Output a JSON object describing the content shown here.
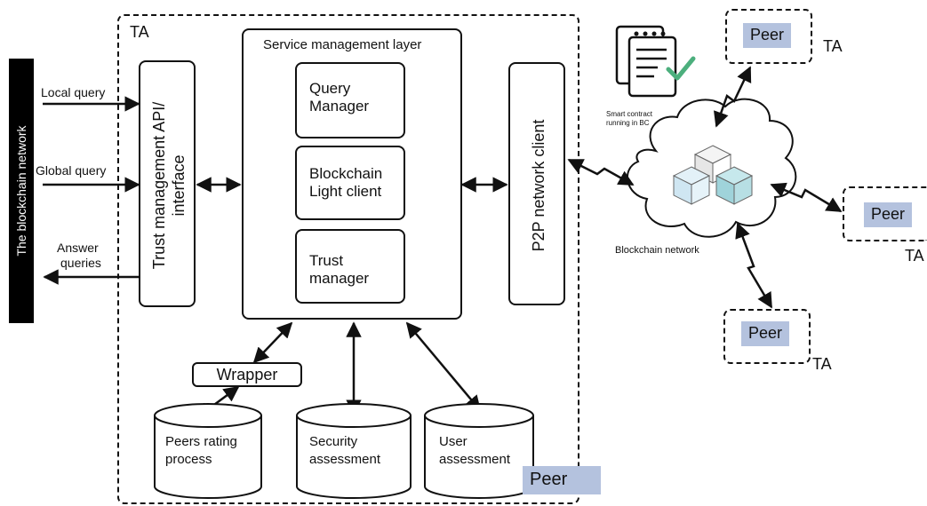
{
  "sidebar": {
    "title": "The blockchain network"
  },
  "ta_main": {
    "label": "TA"
  },
  "left_arrows": {
    "local_query": "Local query",
    "global_query": "Global query",
    "answer_queries_line1": "Answer",
    "answer_queries_line2": "queries"
  },
  "trust_api": {
    "line1": "Trust management API/",
    "line2": "interface"
  },
  "service_layer": {
    "title": "Service management layer",
    "query_manager": {
      "line1": "Query",
      "line2": "Manager"
    },
    "light_client": {
      "line1": "Blockchain",
      "line2": "Light client"
    },
    "trust_manager": {
      "line1": "Trust",
      "line2": "manager"
    }
  },
  "p2p_client": {
    "label": "P2P network client"
  },
  "wrapper": {
    "label": "Wrapper"
  },
  "databases": {
    "peers_rating": {
      "line1": "Peers rating",
      "line2": "process"
    },
    "security": {
      "line1": "Security",
      "line2": "assessment"
    },
    "user": {
      "line1": "User",
      "line2": "assessment"
    }
  },
  "peer_main": {
    "label": "Peer"
  },
  "network": {
    "smart_contract_line1": "Smart contract",
    "smart_contract_line2": "running in BC",
    "caption": "Blockchain network"
  },
  "remote_peers": [
    {
      "peer": "Peer",
      "ta": "TA"
    },
    {
      "peer": "Peer",
      "ta": "TA"
    },
    {
      "peer": "Peer",
      "ta": "TA"
    }
  ],
  "colors": {
    "peer_fill": "#b4c2de",
    "cube_blue": "#cfe6f2",
    "cube_teal": "#9fd3da",
    "check_green": "#4caf7d"
  }
}
